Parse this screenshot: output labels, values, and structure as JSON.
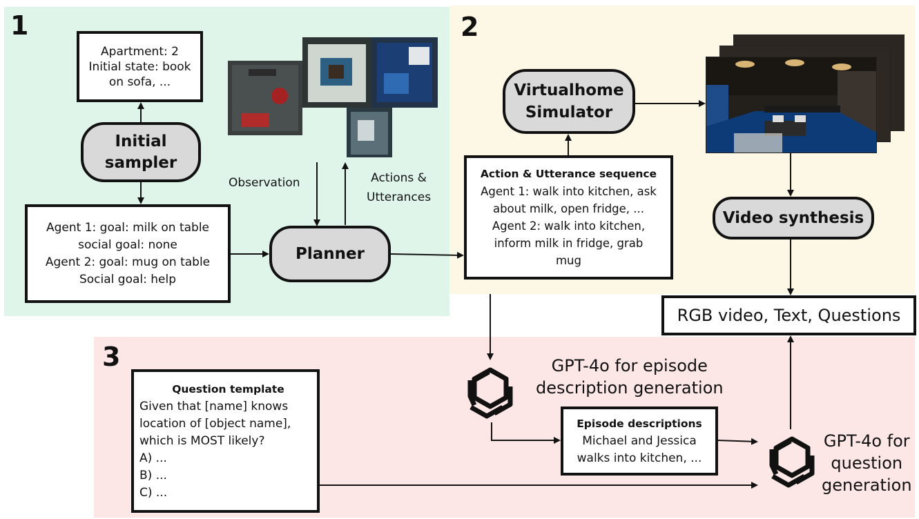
{
  "sections": {
    "one": {
      "number": "1"
    },
    "two": {
      "number": "2"
    },
    "three": {
      "number": "3"
    }
  },
  "colors": {
    "section1_bg": "#dff5ea",
    "section2_bg": "#fdf7e6",
    "section3_bg": "#fde6e6",
    "pill_fill": "#d9d9d9",
    "stroke": "#111111"
  },
  "apartment_box": {
    "lines": [
      "Apartment: 2",
      "Initial state: book",
      "on sofa, ..."
    ]
  },
  "initial_sampler": {
    "lines": [
      "Initial",
      "sampler"
    ]
  },
  "agent_goals_box": {
    "lines": [
      "Agent 1: goal: milk on table",
      "social goal: none",
      "Agent 2: goal: mug on table",
      "Social goal: help"
    ]
  },
  "observation_label": "Observation",
  "actions_label": {
    "lines": [
      "Actions &",
      "Utterances"
    ]
  },
  "planner": {
    "label": "Planner"
  },
  "simulator": {
    "lines": [
      "Virtualhome",
      "Simulator"
    ]
  },
  "action_sequence_box": {
    "title": "Action & Utterance sequence",
    "lines": [
      "Agent 1: walk into kitchen, ask",
      "about milk, open fridge, ...",
      "Agent 2: walk into kitchen,",
      "inform milk in fridge, grab",
      "mug"
    ]
  },
  "video_synthesis": {
    "label": "Video synthesis"
  },
  "output_box": {
    "label": "RGB video, Text, Questions"
  },
  "gpt_episode_label": {
    "lines": [
      "GPT-4o for episode",
      "description generation"
    ]
  },
  "episode_box": {
    "title": "Episode descriptions",
    "lines": [
      "Michael and Jessica",
      "walks into kitchen, ..."
    ]
  },
  "gpt_question_label": {
    "lines": [
      "GPT-4o for",
      "question",
      "generation"
    ]
  },
  "question_template_box": {
    "title": "Question template",
    "lines": [
      "Given that [name] knows",
      "location of [object name],",
      "which is MOST likely?",
      "A) ...",
      "B) ...",
      "C) ..."
    ]
  },
  "icons": {
    "floorplan": "apartment-floorplan-render",
    "video_frames": "simulator-video-frames",
    "openai_logo": "openai-knot-logo"
  }
}
